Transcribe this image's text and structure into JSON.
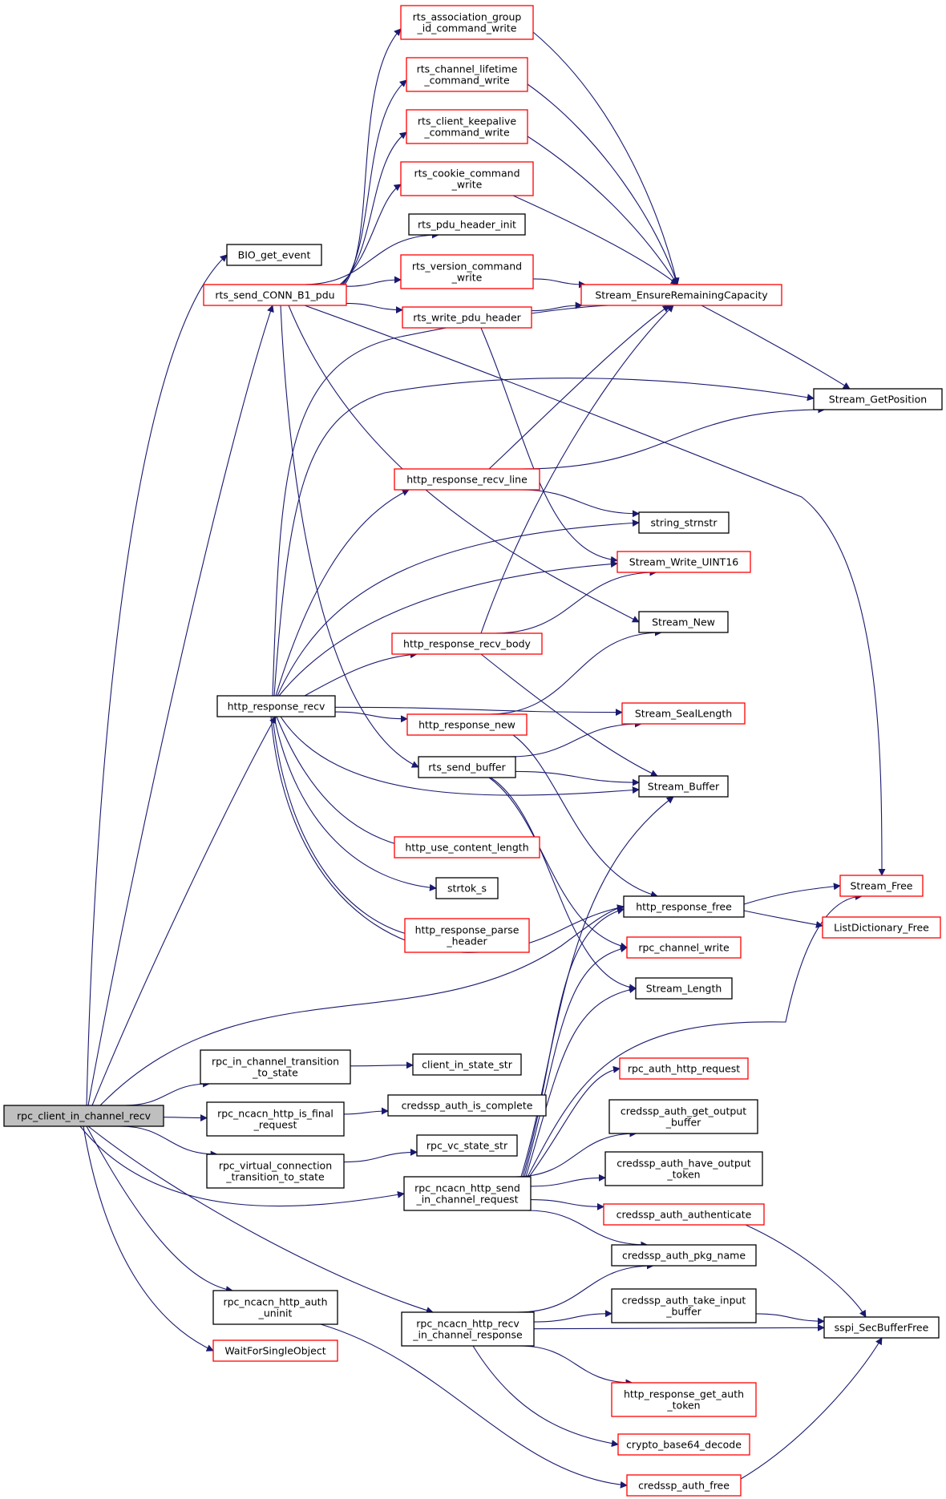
{
  "colors": {
    "edge": "#191970",
    "red_border": "#ff0000",
    "black_border": "#000000",
    "root_fill": "#bfbfbf"
  },
  "nodes": [
    {
      "id": "root",
      "lines": [
        "rpc_client_in_channel_recv"
      ],
      "style": "root"
    },
    {
      "id": "bio_get_event",
      "lines": [
        "BIO_get_event"
      ],
      "style": "black"
    },
    {
      "id": "rts_send_conn_b1_pdu",
      "lines": [
        "rts_send_CONN_B1_pdu"
      ],
      "style": "red"
    },
    {
      "id": "rts_assoc_group",
      "lines": [
        "rts_association_group",
        "_id_command_write"
      ],
      "style": "red"
    },
    {
      "id": "rts_channel_lifetime",
      "lines": [
        "rts_channel_lifetime",
        "_command_write"
      ],
      "style": "red"
    },
    {
      "id": "rts_client_keepalive",
      "lines": [
        "rts_client_keepalive",
        "_command_write"
      ],
      "style": "red"
    },
    {
      "id": "rts_cookie",
      "lines": [
        "rts_cookie_command",
        "_write"
      ],
      "style": "red"
    },
    {
      "id": "rts_pdu_header_init",
      "lines": [
        "rts_pdu_header_init"
      ],
      "style": "black"
    },
    {
      "id": "rts_version",
      "lines": [
        "rts_version_command",
        "_write"
      ],
      "style": "red"
    },
    {
      "id": "rts_write_pdu_header",
      "lines": [
        "rts_write_pdu_header"
      ],
      "style": "red"
    },
    {
      "id": "stream_ensure",
      "lines": [
        "Stream_EnsureRemainingCapacity"
      ],
      "style": "red"
    },
    {
      "id": "stream_getposition",
      "lines": [
        "Stream_GetPosition"
      ],
      "style": "black"
    },
    {
      "id": "http_response_recv_line",
      "lines": [
        "http_response_recv_line"
      ],
      "style": "red"
    },
    {
      "id": "string_strnstr",
      "lines": [
        "string_strnstr"
      ],
      "style": "black"
    },
    {
      "id": "stream_write_uint16",
      "lines": [
        "Stream_Write_UINT16"
      ],
      "style": "red"
    },
    {
      "id": "stream_new",
      "lines": [
        "Stream_New"
      ],
      "style": "black"
    },
    {
      "id": "http_response_recv_body",
      "lines": [
        "http_response_recv_body"
      ],
      "style": "red"
    },
    {
      "id": "http_response_recv",
      "lines": [
        "http_response_recv"
      ],
      "style": "black"
    },
    {
      "id": "stream_seallength",
      "lines": [
        "Stream_SealLength"
      ],
      "style": "red"
    },
    {
      "id": "http_response_new",
      "lines": [
        "http_response_new"
      ],
      "style": "red"
    },
    {
      "id": "rts_send_buffer",
      "lines": [
        "rts_send_buffer"
      ],
      "style": "black"
    },
    {
      "id": "stream_buffer",
      "lines": [
        "Stream_Buffer"
      ],
      "style": "black"
    },
    {
      "id": "http_use_content_length",
      "lines": [
        "http_use_content_length"
      ],
      "style": "red"
    },
    {
      "id": "strtok_s",
      "lines": [
        "strtok_s"
      ],
      "style": "black"
    },
    {
      "id": "http_response_parse_header",
      "lines": [
        "http_response_parse",
        "_header"
      ],
      "style": "red"
    },
    {
      "id": "stream_free",
      "lines": [
        "Stream_Free"
      ],
      "style": "red"
    },
    {
      "id": "http_response_free",
      "lines": [
        "http_response_free"
      ],
      "style": "black"
    },
    {
      "id": "listdictionary_free",
      "lines": [
        "ListDictionary_Free"
      ],
      "style": "red"
    },
    {
      "id": "rpc_channel_write",
      "lines": [
        "rpc_channel_write"
      ],
      "style": "red"
    },
    {
      "id": "stream_length",
      "lines": [
        "Stream_Length"
      ],
      "style": "black"
    },
    {
      "id": "rpc_in_channel_transition",
      "lines": [
        "rpc_in_channel_transition",
        "_to_state"
      ],
      "style": "black"
    },
    {
      "id": "client_in_state_str",
      "lines": [
        "client_in_state_str"
      ],
      "style": "black"
    },
    {
      "id": "rpc_auth_http_request",
      "lines": [
        "rpc_auth_http_request"
      ],
      "style": "red"
    },
    {
      "id": "rpc_ncacn_http_is_final",
      "lines": [
        "rpc_ncacn_http_is_final",
        "_request"
      ],
      "style": "black"
    },
    {
      "id": "credssp_auth_is_complete",
      "lines": [
        "credssp_auth_is_complete"
      ],
      "style": "black"
    },
    {
      "id": "credssp_auth_get_output",
      "lines": [
        "credssp_auth_get_output",
        "_buffer"
      ],
      "style": "black"
    },
    {
      "id": "rpc_virtual_connection",
      "lines": [
        "rpc_virtual_connection",
        "_transition_to_state"
      ],
      "style": "black"
    },
    {
      "id": "rpc_vc_state_str",
      "lines": [
        "rpc_vc_state_str"
      ],
      "style": "black"
    },
    {
      "id": "credssp_auth_have_output",
      "lines": [
        "credssp_auth_have_output",
        "_token"
      ],
      "style": "black"
    },
    {
      "id": "rpc_ncacn_http_send",
      "lines": [
        "rpc_ncacn_http_send",
        "_in_channel_request"
      ],
      "style": "black"
    },
    {
      "id": "credssp_auth_authenticate",
      "lines": [
        "credssp_auth_authenticate"
      ],
      "style": "red"
    },
    {
      "id": "credssp_auth_pkg_name",
      "lines": [
        "credssp_auth_pkg_name"
      ],
      "style": "black"
    },
    {
      "id": "rpc_ncacn_http_auth_uninit",
      "lines": [
        "rpc_ncacn_http_auth",
        "_uninit"
      ],
      "style": "black"
    },
    {
      "id": "credssp_auth_take_input",
      "lines": [
        "credssp_auth_take_input",
        "_buffer"
      ],
      "style": "black"
    },
    {
      "id": "sspi_secbufferfree",
      "lines": [
        "sspi_SecBufferFree"
      ],
      "style": "black"
    },
    {
      "id": "rpc_ncacn_http_recv",
      "lines": [
        "rpc_ncacn_http_recv",
        "_in_channel_response"
      ],
      "style": "black"
    },
    {
      "id": "waitforsingleobject",
      "lines": [
        "WaitForSingleObject"
      ],
      "style": "red"
    },
    {
      "id": "http_response_get_auth",
      "lines": [
        "http_response_get_auth",
        "_token"
      ],
      "style": "red"
    },
    {
      "id": "crypto_base64_decode",
      "lines": [
        "crypto_base64_decode"
      ],
      "style": "red"
    },
    {
      "id": "credssp_auth_free",
      "lines": [
        "credssp_auth_free"
      ],
      "style": "red"
    }
  ],
  "edges": [
    [
      "root",
      "bio_get_event"
    ],
    [
      "root",
      "rts_send_conn_b1_pdu"
    ],
    [
      "root",
      "http_response_recv"
    ],
    [
      "root",
      "http_response_free"
    ],
    [
      "root",
      "rpc_in_channel_transition"
    ],
    [
      "root",
      "rpc_ncacn_http_is_final"
    ],
    [
      "root",
      "rpc_virtual_connection"
    ],
    [
      "root",
      "rpc_ncacn_http_send"
    ],
    [
      "root",
      "rpc_ncacn_http_auth_uninit"
    ],
    [
      "root",
      "rpc_ncacn_http_recv"
    ],
    [
      "root",
      "waitforsingleobject"
    ],
    [
      "rts_send_conn_b1_pdu",
      "rts_assoc_group"
    ],
    [
      "rts_send_conn_b1_pdu",
      "rts_channel_lifetime"
    ],
    [
      "rts_send_conn_b1_pdu",
      "rts_client_keepalive"
    ],
    [
      "rts_send_conn_b1_pdu",
      "rts_cookie"
    ],
    [
      "rts_send_conn_b1_pdu",
      "rts_pdu_header_init"
    ],
    [
      "rts_send_conn_b1_pdu",
      "rts_version"
    ],
    [
      "rts_send_conn_b1_pdu",
      "rts_write_pdu_header"
    ],
    [
      "rts_send_conn_b1_pdu",
      "stream_new"
    ],
    [
      "rts_send_conn_b1_pdu",
      "rts_send_buffer"
    ],
    [
      "rts_send_conn_b1_pdu",
      "stream_free"
    ],
    [
      "rts_assoc_group",
      "stream_ensure"
    ],
    [
      "rts_channel_lifetime",
      "stream_ensure"
    ],
    [
      "rts_client_keepalive",
      "stream_ensure"
    ],
    [
      "rts_cookie",
      "stream_ensure"
    ],
    [
      "rts_version",
      "stream_ensure"
    ],
    [
      "rts_write_pdu_header",
      "stream_ensure"
    ],
    [
      "rts_write_pdu_header",
      "stream_write_uint16"
    ],
    [
      "stream_ensure",
      "stream_getposition"
    ],
    [
      "http_response_recv",
      "stream_ensure"
    ],
    [
      "http_response_recv",
      "stream_getposition"
    ],
    [
      "http_response_recv",
      "http_response_recv_line"
    ],
    [
      "http_response_recv",
      "string_strnstr"
    ],
    [
      "http_response_recv",
      "stream_write_uint16"
    ],
    [
      "http_response_recv",
      "http_response_recv_body"
    ],
    [
      "http_response_recv",
      "stream_seallength"
    ],
    [
      "http_response_recv",
      "http_response_new"
    ],
    [
      "http_response_recv",
      "stream_buffer"
    ],
    [
      "http_response_recv",
      "http_use_content_length"
    ],
    [
      "http_response_recv",
      "strtok_s"
    ],
    [
      "http_response_recv",
      "http_response_parse_header"
    ],
    [
      "http_response_recv",
      "http_response_free"
    ],
    [
      "http_response_recv_line",
      "stream_ensure"
    ],
    [
      "http_response_recv_line",
      "stream_getposition"
    ],
    [
      "http_response_recv_line",
      "string_strnstr"
    ],
    [
      "http_response_recv_body",
      "stream_ensure"
    ],
    [
      "http_response_recv_body",
      "stream_write_uint16"
    ],
    [
      "http_response_recv_body",
      "stream_buffer"
    ],
    [
      "http_response_new",
      "stream_new"
    ],
    [
      "http_response_new",
      "http_response_free"
    ],
    [
      "rts_send_buffer",
      "stream_seallength"
    ],
    [
      "rts_send_buffer",
      "stream_buffer"
    ],
    [
      "rts_send_buffer",
      "rpc_channel_write"
    ],
    [
      "rts_send_buffer",
      "stream_length"
    ],
    [
      "http_response_free",
      "stream_free"
    ],
    [
      "http_response_free",
      "listdictionary_free"
    ],
    [
      "rpc_in_channel_transition",
      "client_in_state_str"
    ],
    [
      "rpc_ncacn_http_is_final",
      "credssp_auth_is_complete"
    ],
    [
      "rpc_virtual_connection",
      "rpc_vc_state_str"
    ],
    [
      "rpc_ncacn_http_send",
      "stream_buffer"
    ],
    [
      "rpc_ncacn_http_send",
      "http_response_free"
    ],
    [
      "rpc_ncacn_http_send",
      "rpc_channel_write"
    ],
    [
      "rpc_ncacn_http_send",
      "stream_length"
    ],
    [
      "rpc_ncacn_http_send",
      "stream_free"
    ],
    [
      "rpc_ncacn_http_send",
      "rpc_auth_http_request"
    ],
    [
      "rpc_ncacn_http_send",
      "credssp_auth_get_output"
    ],
    [
      "rpc_ncacn_http_send",
      "credssp_auth_have_output"
    ],
    [
      "rpc_ncacn_http_send",
      "credssp_auth_authenticate"
    ],
    [
      "rpc_ncacn_http_send",
      "credssp_auth_pkg_name"
    ],
    [
      "credssp_auth_authenticate",
      "sspi_secbufferfree"
    ],
    [
      "rpc_ncacn_http_auth_uninit",
      "credssp_auth_free"
    ],
    [
      "rpc_ncacn_http_recv",
      "credssp_auth_pkg_name"
    ],
    [
      "rpc_ncacn_http_recv",
      "credssp_auth_take_input"
    ],
    [
      "rpc_ncacn_http_recv",
      "sspi_secbufferfree"
    ],
    [
      "rpc_ncacn_http_recv",
      "http_response_get_auth"
    ],
    [
      "rpc_ncacn_http_recv",
      "crypto_base64_decode"
    ],
    [
      "credssp_auth_take_input",
      "sspi_secbufferfree"
    ],
    [
      "credssp_auth_free",
      "sspi_secbufferfree"
    ]
  ]
}
